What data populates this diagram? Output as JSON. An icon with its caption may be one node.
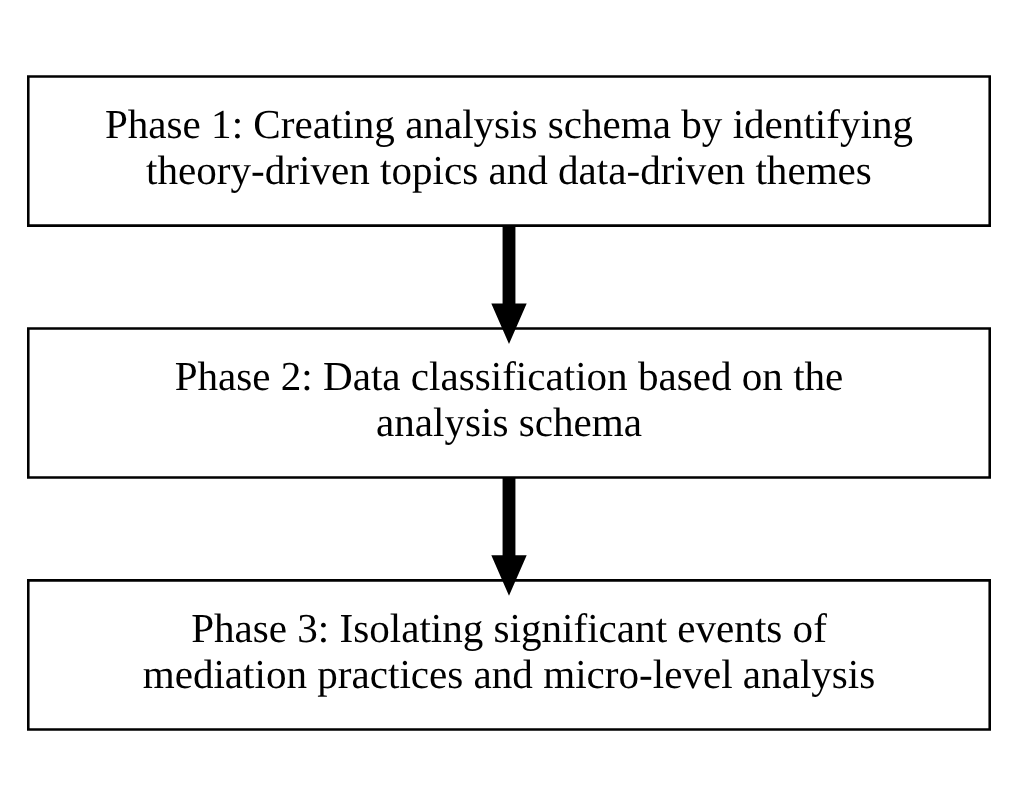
{
  "diagram": {
    "nodes": [
      {
        "text": [
          "Phase 1: Creating analysis schema by identifying theory-driven topics and data-driven themes"
        ]
      },
      {
        "text": [
          "Phase 2: Data classification based on the analysis schema"
        ]
      },
      {
        "text": [
          "Phase 3: Isolating significant events of mediation practices and micro-level analysis"
        ]
      }
    ],
    "edges": [
      {
        "from": 0,
        "to": 1,
        "arrow": "to"
      },
      {
        "from": 1,
        "to": 2,
        "arrow": "to"
      }
    ]
  }
}
